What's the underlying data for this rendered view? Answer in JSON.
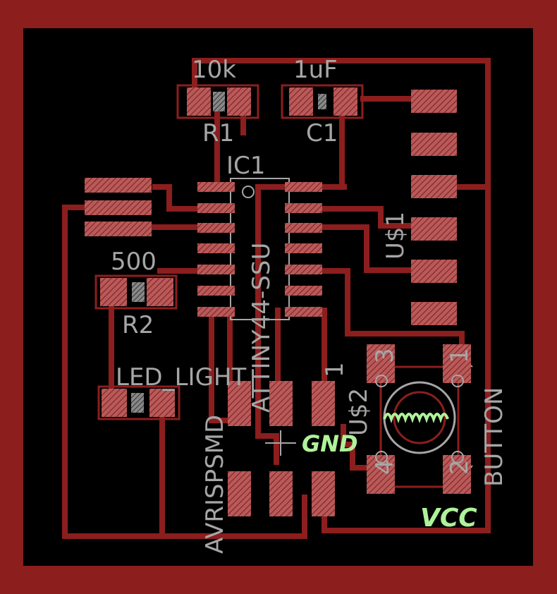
{
  "colors": {
    "copper": "#8c1e1e",
    "background": "#000000",
    "silkscreen": "#a6a6a6",
    "annotation": "#aef29a"
  },
  "components": {
    "r1": {
      "value": "10k",
      "ref": "R1"
    },
    "c1": {
      "value": "1uF",
      "ref": "C1"
    },
    "ic1": {
      "ref": "IC1",
      "part": "ATTINY44-SSU"
    },
    "r2": {
      "value": "500",
      "ref": "R2"
    },
    "led": {
      "ref": "LED_LIGHT"
    },
    "u1": {
      "ref": "U$1"
    },
    "u2": {
      "ref": "U$2",
      "pin1": "1"
    },
    "isp": {
      "ref": "AVRISPSMD"
    },
    "button": {
      "ref": "BUTTON",
      "pins": [
        "3",
        "1",
        "4",
        "2"
      ]
    }
  },
  "annotations": {
    "gnd": "GND",
    "vcc": "VCC"
  }
}
